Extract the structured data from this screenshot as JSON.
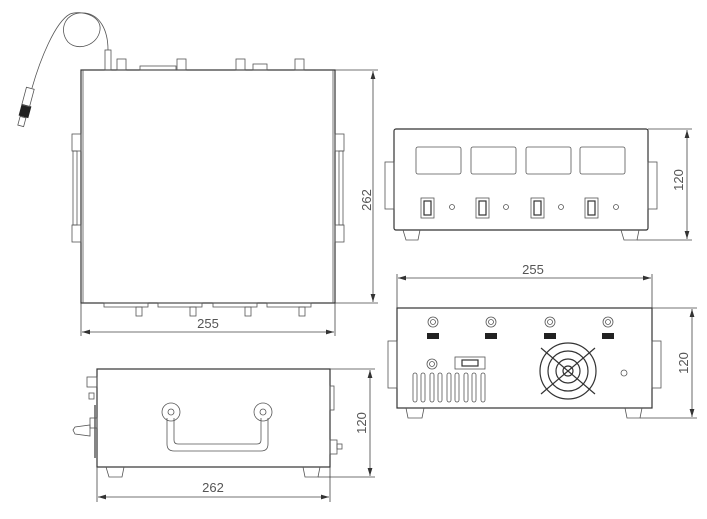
{
  "drawing": {
    "top_view": {
      "width_label": "255",
      "depth_label": "262"
    },
    "front_view": {
      "height_label": "120",
      "display_count": 4,
      "switch_count": 4
    },
    "rear_view": {
      "width_label": "255",
      "height_label": "120",
      "bnc_count": 4
    },
    "side_view": {
      "depth_label": "262",
      "height_label": "120"
    }
  }
}
